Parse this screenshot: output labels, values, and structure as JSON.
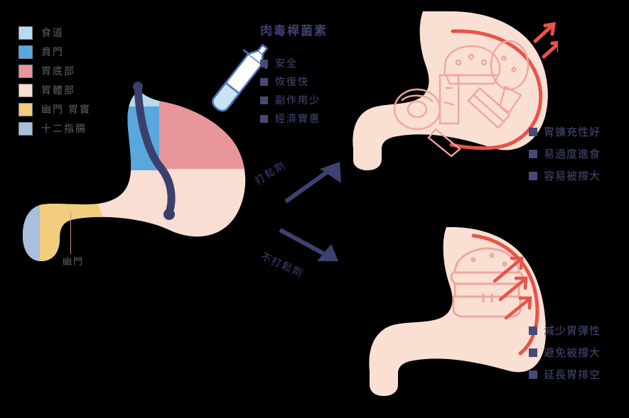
{
  "legend": {
    "items": [
      {
        "label": "食道",
        "color": "#b8daf0",
        "name": "esophagus"
      },
      {
        "label": "賁門",
        "color": "#59a8dd",
        "name": "cardia"
      },
      {
        "label": "胃底部",
        "color": "#e8969a",
        "name": "fundus"
      },
      {
        "label": "胃體部",
        "color": "#f8ded3",
        "name": "body"
      },
      {
        "label": "幽門  胃竇",
        "color": "#f2cd7e",
        "name": "pylorus-antrum"
      },
      {
        "label": "十二指腸",
        "color": "#a8c0dd",
        "name": "duodenum"
      }
    ]
  },
  "anatomy": {
    "pylorus_callout": "幽門"
  },
  "botox": {
    "title": "肉毒桿菌素",
    "benefits": [
      "安全",
      "恢復快",
      "副作用少",
      "經濟實惠"
    ]
  },
  "arrows": {
    "upper_label": "打鬆劑",
    "lower_label": "不打鬆劑"
  },
  "outcomes": {
    "top": [
      "胃擴充性好",
      "易過度進食",
      "容易被撐大"
    ],
    "bottom": [
      "減少胃彈性",
      "避免被撐大",
      "延長胃排空"
    ]
  },
  "colors": {
    "esophagus": "#b8daf0",
    "cardia": "#59a8dd",
    "fundus": "#e8969a",
    "body": "#f8ded3",
    "antrum": "#f2cd7e",
    "duodenum": "#a8c0dd",
    "scope": "#3b3f6e",
    "bullet": "#474a78",
    "text_navy": "#3e4170",
    "text_gray": "#5d6168",
    "stomach_fill": "#fadfd3",
    "stomach_line": "#f0a79c",
    "accent_red": "#e8534a",
    "syringe_line": "#4f74b8",
    "syringe_fill": "#c7e4f5",
    "background": "#000000"
  }
}
